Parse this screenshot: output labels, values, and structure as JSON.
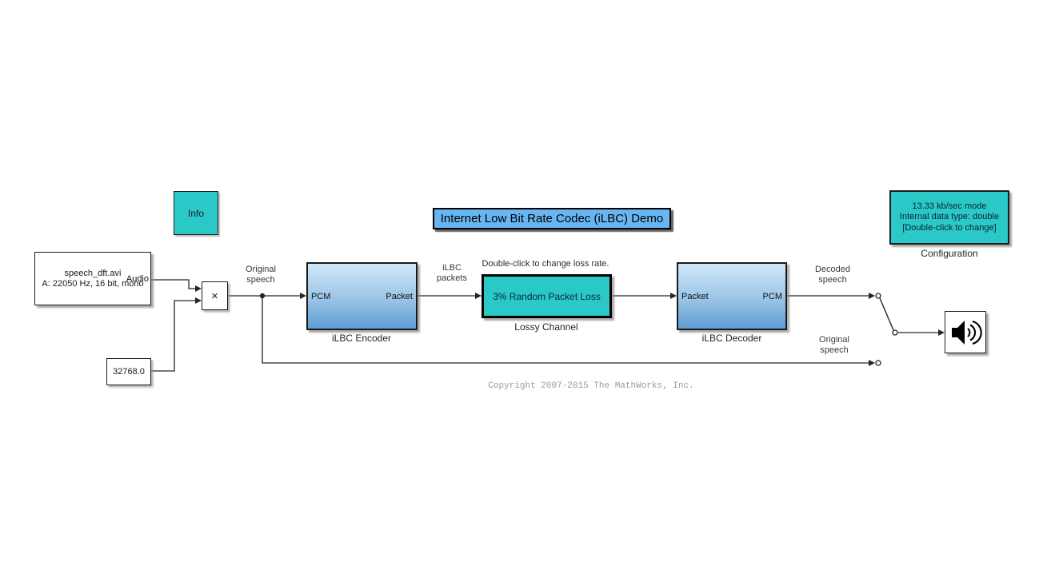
{
  "colors": {
    "teal": "#2bc8c8",
    "title_bg": "#67b5f1",
    "block_gradient_top": "#cfe8f8",
    "block_gradient_mid": "#9ac4e7",
    "block_gradient_bottom": "#5f9cd3",
    "wire": "#262626",
    "copyright_gray": "#9b9b9b",
    "lossy_text": "#06263f"
  },
  "title": {
    "text": "Internet Low Bit Rate Codec (iLBC) Demo"
  },
  "blocks": {
    "info": {
      "label": "Info"
    },
    "configuration": {
      "text": "13.33 kb/sec mode\nInternal data type: double\n[Double-click to change]",
      "caption": "Configuration"
    },
    "source": {
      "line1": "speech_dft.avi",
      "line2": "A: 22050 Hz, 16 bit, mono",
      "port_out": "Audio"
    },
    "constant": {
      "value": "32768.0"
    },
    "product": {
      "symbol": "×"
    },
    "encoder": {
      "port_in": "PCM",
      "port_out": "Packet",
      "caption": "iLBC Encoder"
    },
    "lossy": {
      "annotation": "Double-click to change loss rate.",
      "label": "3% Random Packet Loss",
      "caption": "Lossy Channel"
    },
    "decoder": {
      "port_in": "Packet",
      "port_out": "PCM",
      "caption": "iLBC Decoder"
    }
  },
  "signal_labels": {
    "original_speech_left": "Original\nspeech",
    "ilbc_packets": "iLBC\npackets",
    "decoded_speech": "Decoded\nspeech",
    "original_speech_right": "Original\nspeech"
  },
  "copyright": "Copyright 2007-2015 The MathWorks, Inc."
}
